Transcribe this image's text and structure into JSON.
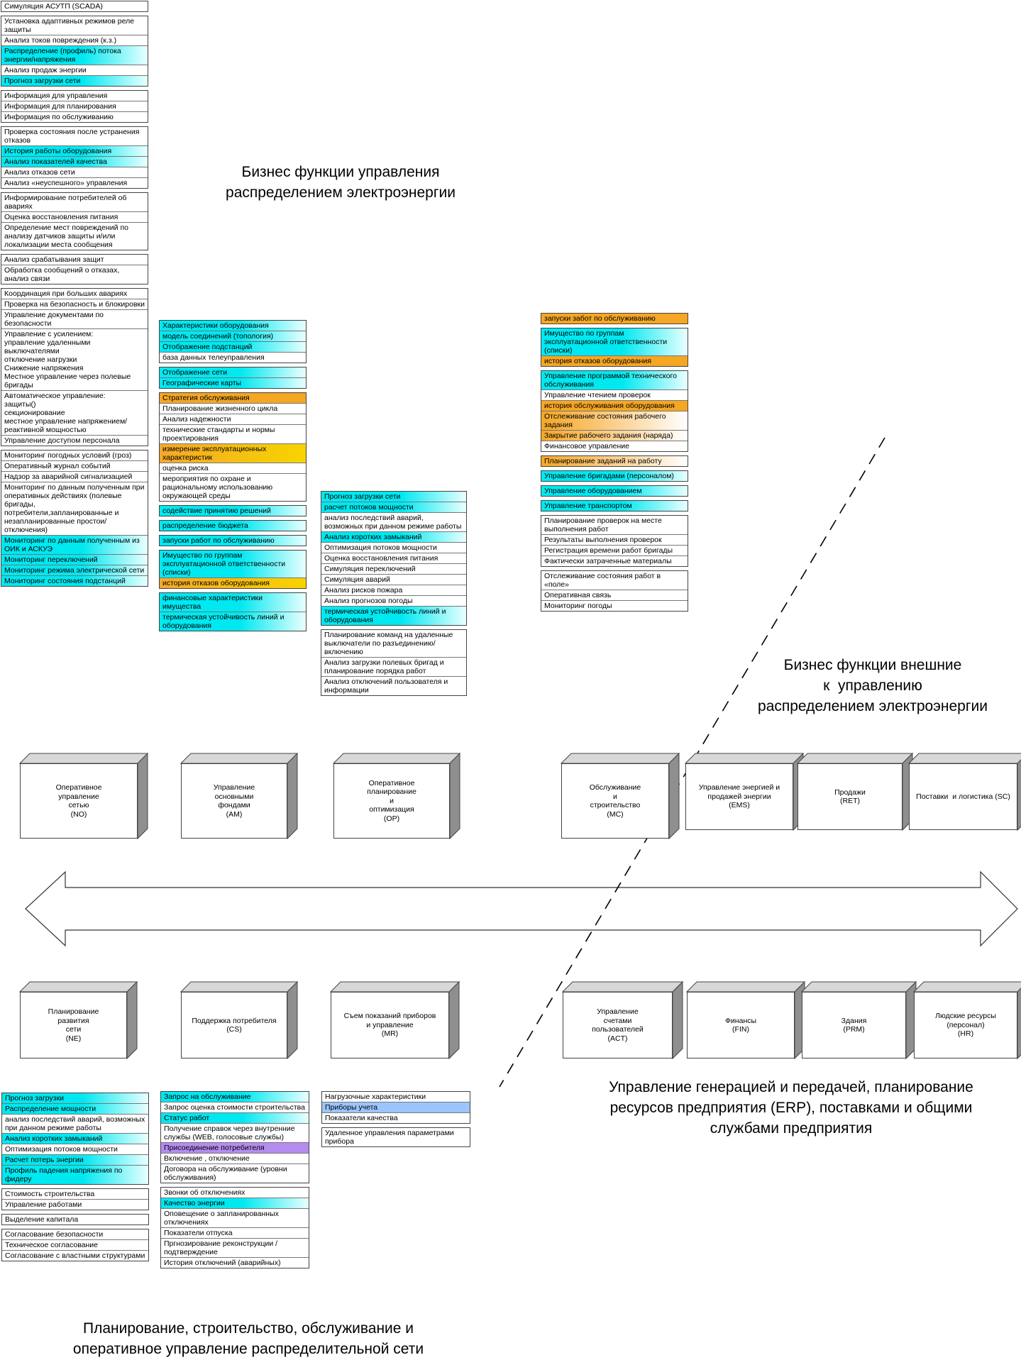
{
  "titles": {
    "bf_dist": "Бизнес функции управления\nраспределением электроэнергии",
    "bf_external": "Бизнес функции внешние\nк  управлению\nраспределением электроэнергии",
    "erp": "Управление генерацией и передачей, планирование\nресурсов предприятия (ERP), поставками и общими\nслужбами предприятия",
    "planning": "Планирование, строительство, обслуживание и\nоперативное управление распределительной сети"
  },
  "boxes": {
    "no": "Оперативное\nуправление\nсетью\n(NO)",
    "am": "Управление\nосновными\nфондами\n(AM)",
    "op": "Оперативное\nпланирование\nи\nоптимизация\n(OP)",
    "mc": "Обслуживание\nи\nстроительство\n(MC)",
    "ems": "Управление энергией и\nпродажей энергии\n(EMS)",
    "ret": "Продажи\n(RET)",
    "sc": "Поставки  и логистика (SC)",
    "ne": "Планирование\nразвития\nсети\n(NE)",
    "cs": "Поддержка потребителя\n(CS)",
    "mr": "Съем показаний приборов\nи управление\n(MR)",
    "act": "Управление\nсчетами\nпользователей\n(ACT)",
    "fin": "Финансы\n(FIN)",
    "prm": "Здания\n(PRM)",
    "hr": "Людские ресурсы\n(персонал)\n(HR)"
  },
  "col_no": [
    [
      {
        "t": "Симуляция АСУТП (SCADA)"
      }
    ],
    [
      {
        "t": "Установка адаптивных режимов реле защиты"
      },
      {
        "t": "Анализ токов повреждения (к.з.)"
      },
      {
        "t": "Распределение (профиль) потока энергии/напряжения",
        "c": "cyan"
      },
      {
        "t": "Анализ продаж энергии"
      },
      {
        "t": "Прогноз загрузки сети",
        "c": "cyan"
      }
    ],
    [
      {
        "t": "Информация для управления"
      },
      {
        "t": "Информация для планирования"
      },
      {
        "t": "Информация по обслуживанию"
      }
    ],
    [
      {
        "t": "Проверка состояния после устранения отказов"
      },
      {
        "t": "История работы оборудования",
        "c": "cyan"
      },
      {
        "t": "Анализ показателей качества",
        "c": "cyan"
      },
      {
        "t": "Анализ отказов сети"
      },
      {
        "t": "Анализ «неуспешного» управления"
      }
    ],
    [
      {
        "t": "Информирование потребителей об авариях"
      },
      {
        "t": "Оценка восстановления питания"
      },
      {
        "t": "Определение мест повреждений по анализу датчиков защиты и/или локализации места сообщения"
      }
    ],
    [
      {
        "t": "Анализ срабатывания защит"
      },
      {
        "t": "Обработка сообщений о отказах, анализ связи"
      }
    ],
    [
      {
        "t": "Координация при больших авариях"
      },
      {
        "t": "Проверка на безопасность и блокировки"
      },
      {
        "t": "Управление документами по безопасности"
      },
      {
        "t": "Управление с усилением:\nуправление удаленными выключателями\nотключение нагрузки\nСнижение напряжения\nМестное управление через полевые бригады"
      },
      {
        "t": "Автоматическое управление:\nзащиты()\nсекционирование\nместное управление напряжением/ реактивной мощностью"
      },
      {
        "t": "Управление доступом персонала"
      }
    ],
    [
      {
        "t": "Мониторинг погодных условий (гроз)"
      },
      {
        "t": "Оперативный журнал событий"
      },
      {
        "t": "Надзор за аварийной сигнализацией"
      },
      {
        "t": "Мониторинг по данным полученным при оперативных действиях (полевые бригады,\nпотребители,запланированные и незапланированные простои/ отключения)"
      },
      {
        "t": "Мониторинг по данным полученным из ОИК и АСКУЭ",
        "c": "cyan"
      },
      {
        "t": "Мониторинг переключений",
        "c": "cyan"
      },
      {
        "t": "Мониторинг режима электрической сети",
        "c": "cyan"
      },
      {
        "t": "Мониторинг состояния подстанций",
        "c": "cyan"
      }
    ]
  ],
  "col_am": [
    [
      {
        "t": "Характеристики оборудования",
        "c": "cyan"
      },
      {
        "t": "модель соединений (топология)",
        "c": "cyan"
      },
      {
        "t": "Отображение подстанций",
        "c": "cyan"
      },
      {
        "t": "база данных телеуправления"
      }
    ],
    [
      {
        "t": "Отображение сети",
        "c": "cyan"
      },
      {
        "t": "Географические карты",
        "c": "cyan"
      }
    ],
    [
      {
        "t": "Стратегия обслуживания",
        "c": "orange"
      },
      {
        "t": "Планирование жизненного цикла"
      },
      {
        "t": "Анализ надежности"
      },
      {
        "t": "технические стандарты и нормы проектирования"
      },
      {
        "t": "измерение эксплуатационных характеристик",
        "c": "yellow"
      },
      {
        "t": "оценка риска"
      },
      {
        "t": "мероприятия по охране и рациональному использованию окружающей среды"
      }
    ],
    [
      {
        "t": "содействие принятию решений",
        "c": "cyan"
      }
    ],
    [
      {
        "t": "распределение бюджета",
        "c": "cyan"
      }
    ],
    [
      {
        "t": "запуски работ по обслуживанию",
        "c": "cyan"
      }
    ],
    [
      {
        "t": "Имущество по группам эксплуатационной ответственности (списки)",
        "c": "cyan"
      },
      {
        "t": "история отказов оборудования",
        "c": "yellow"
      }
    ],
    [
      {
        "t": "финансовые характеристики имущества",
        "c": "cyan"
      },
      {
        "t": "термическая устойчивость линий и оборудования",
        "c": "cyan"
      }
    ]
  ],
  "col_op": [
    [
      {
        "t": "Прогноз загрузки сети",
        "c": "cyan"
      },
      {
        "t": "расчет потоков мощности",
        "c": "cyan"
      },
      {
        "t": "анализ последствий аварий, возможных при данном режиме работы"
      },
      {
        "t": "Анализ коротких замыканий",
        "c": "cyan"
      },
      {
        "t": "Оптимизация потоков мощности"
      },
      {
        "t": "Оценка восстановления питания"
      },
      {
        "t": "Симуляция переключений"
      },
      {
        "t": "Симуляция аварий"
      },
      {
        "t": "Анализ рисков пожара"
      },
      {
        "t": "Анализ прогнозов погоды"
      },
      {
        "t": "термическая устойчивость линий и оборудования",
        "c": "cyan"
      }
    ],
    [
      {
        "t": "Планирование команд на удаленные выключатели по разъединению/ включению"
      },
      {
        "t": "Анализ загрузки полевых бригад и планирование порядка работ"
      },
      {
        "t": "Анализ отключений пользователя и информации"
      }
    ]
  ],
  "col_mc": [
    [
      {
        "t": "запуски забот по обслуживанию",
        "c": "orange"
      }
    ],
    [
      {
        "t": "Имущество по группам эксплуатационной ответственности (списки)",
        "c": "cyan"
      },
      {
        "t": "история отказов оборудования",
        "c": "orange"
      }
    ],
    [
      {
        "t": "Управление программой технического обслуживания",
        "c": "cyan"
      },
      {
        "t": "Управление чтением проверок"
      },
      {
        "t": "история обслуживания оборудования",
        "c": "orange"
      },
      {
        "t": "Отслеживание состояния рабочего задания",
        "c": "ograd"
      },
      {
        "t": "Закрытие рабочего задания (наряда)",
        "c": "ograd"
      },
      {
        "t": "Финансовое управление"
      }
    ],
    [
      {
        "t": "Планирование заданий на работу",
        "c": "ograd"
      }
    ],
    [
      {
        "t": "Управление бригадами (персоналом)",
        "c": "cyan"
      }
    ],
    [
      {
        "t": "Управление оборудованием",
        "c": "cyan"
      }
    ],
    [
      {
        "t": "Управление транспортом",
        "c": "cyan"
      }
    ],
    [
      {
        "t": "Планирование проверок на месте выполнения работ"
      },
      {
        "t": "Результаты  выполнения проверок"
      },
      {
        "t": "Регистрация времени работ бригады"
      },
      {
        "t": "Фактически затраченные материалы"
      }
    ],
    [
      {
        "t": "Отслеживание состояния работ в «поле»"
      },
      {
        "t": "Оперативная связь"
      },
      {
        "t": "Мониторинг погоды"
      }
    ]
  ],
  "col_ne": [
    [
      {
        "t": "Прогноз загрузки",
        "c": "cyan"
      },
      {
        "t": "Распределение мощности",
        "c": "cyan"
      },
      {
        "t": "анализ последствий аварий, возможных при данном режиме работы"
      },
      {
        "t": "Анализ коротких замыканий",
        "c": "cyan"
      },
      {
        "t": "Оптимизация потоков мощности"
      },
      {
        "t": "Расчет потерь энергии",
        "c": "cyan"
      },
      {
        "t": "Профиль падения напряжения по фидеру",
        "c": "cyan"
      }
    ],
    [
      {
        "t": "Стоимость строительства"
      },
      {
        "t": "Управление работами"
      }
    ],
    [
      {
        "t": "Выделение капитала"
      }
    ],
    [
      {
        "t": "Согласование безопасности"
      },
      {
        "t": "Техническое согласование"
      },
      {
        "t": "Согласование с властными структурами"
      }
    ]
  ],
  "col_cs": [
    [
      {
        "t": "Запрос на обслуживание",
        "c": "cyan"
      },
      {
        "t": "Запрос оценка стоимости строительства"
      },
      {
        "t": "Статус работ",
        "c": "cyan"
      },
      {
        "t": "Получение справок через внутренние службы (WEB, голосовые службы)"
      },
      {
        "t": "Присоединение потребителя",
        "c": "purple"
      },
      {
        "t": "Включение , отключение"
      },
      {
        "t": "Договора на обслуживание (уровни обслуживания)"
      }
    ],
    [
      {
        "t": "Звонки об отключениях"
      },
      {
        "t": "Качество энергии",
        "c": "cyan"
      },
      {
        "t": "Оповещение о запланированных отключениях"
      },
      {
        "t": "Показатели отпуска"
      },
      {
        "t": "Пргнозирование реконструкции / подтверждение"
      },
      {
        "t": "История отключений (аварийных)"
      }
    ]
  ],
  "col_mr": [
    [
      {
        "t": "Нагрузочные характеристики"
      },
      {
        "t": "Приборы учета",
        "c": "blue"
      },
      {
        "t": "Показатели качества"
      }
    ],
    [
      {
        "t": "Удаленное управления параметрами прибора"
      }
    ]
  ]
}
